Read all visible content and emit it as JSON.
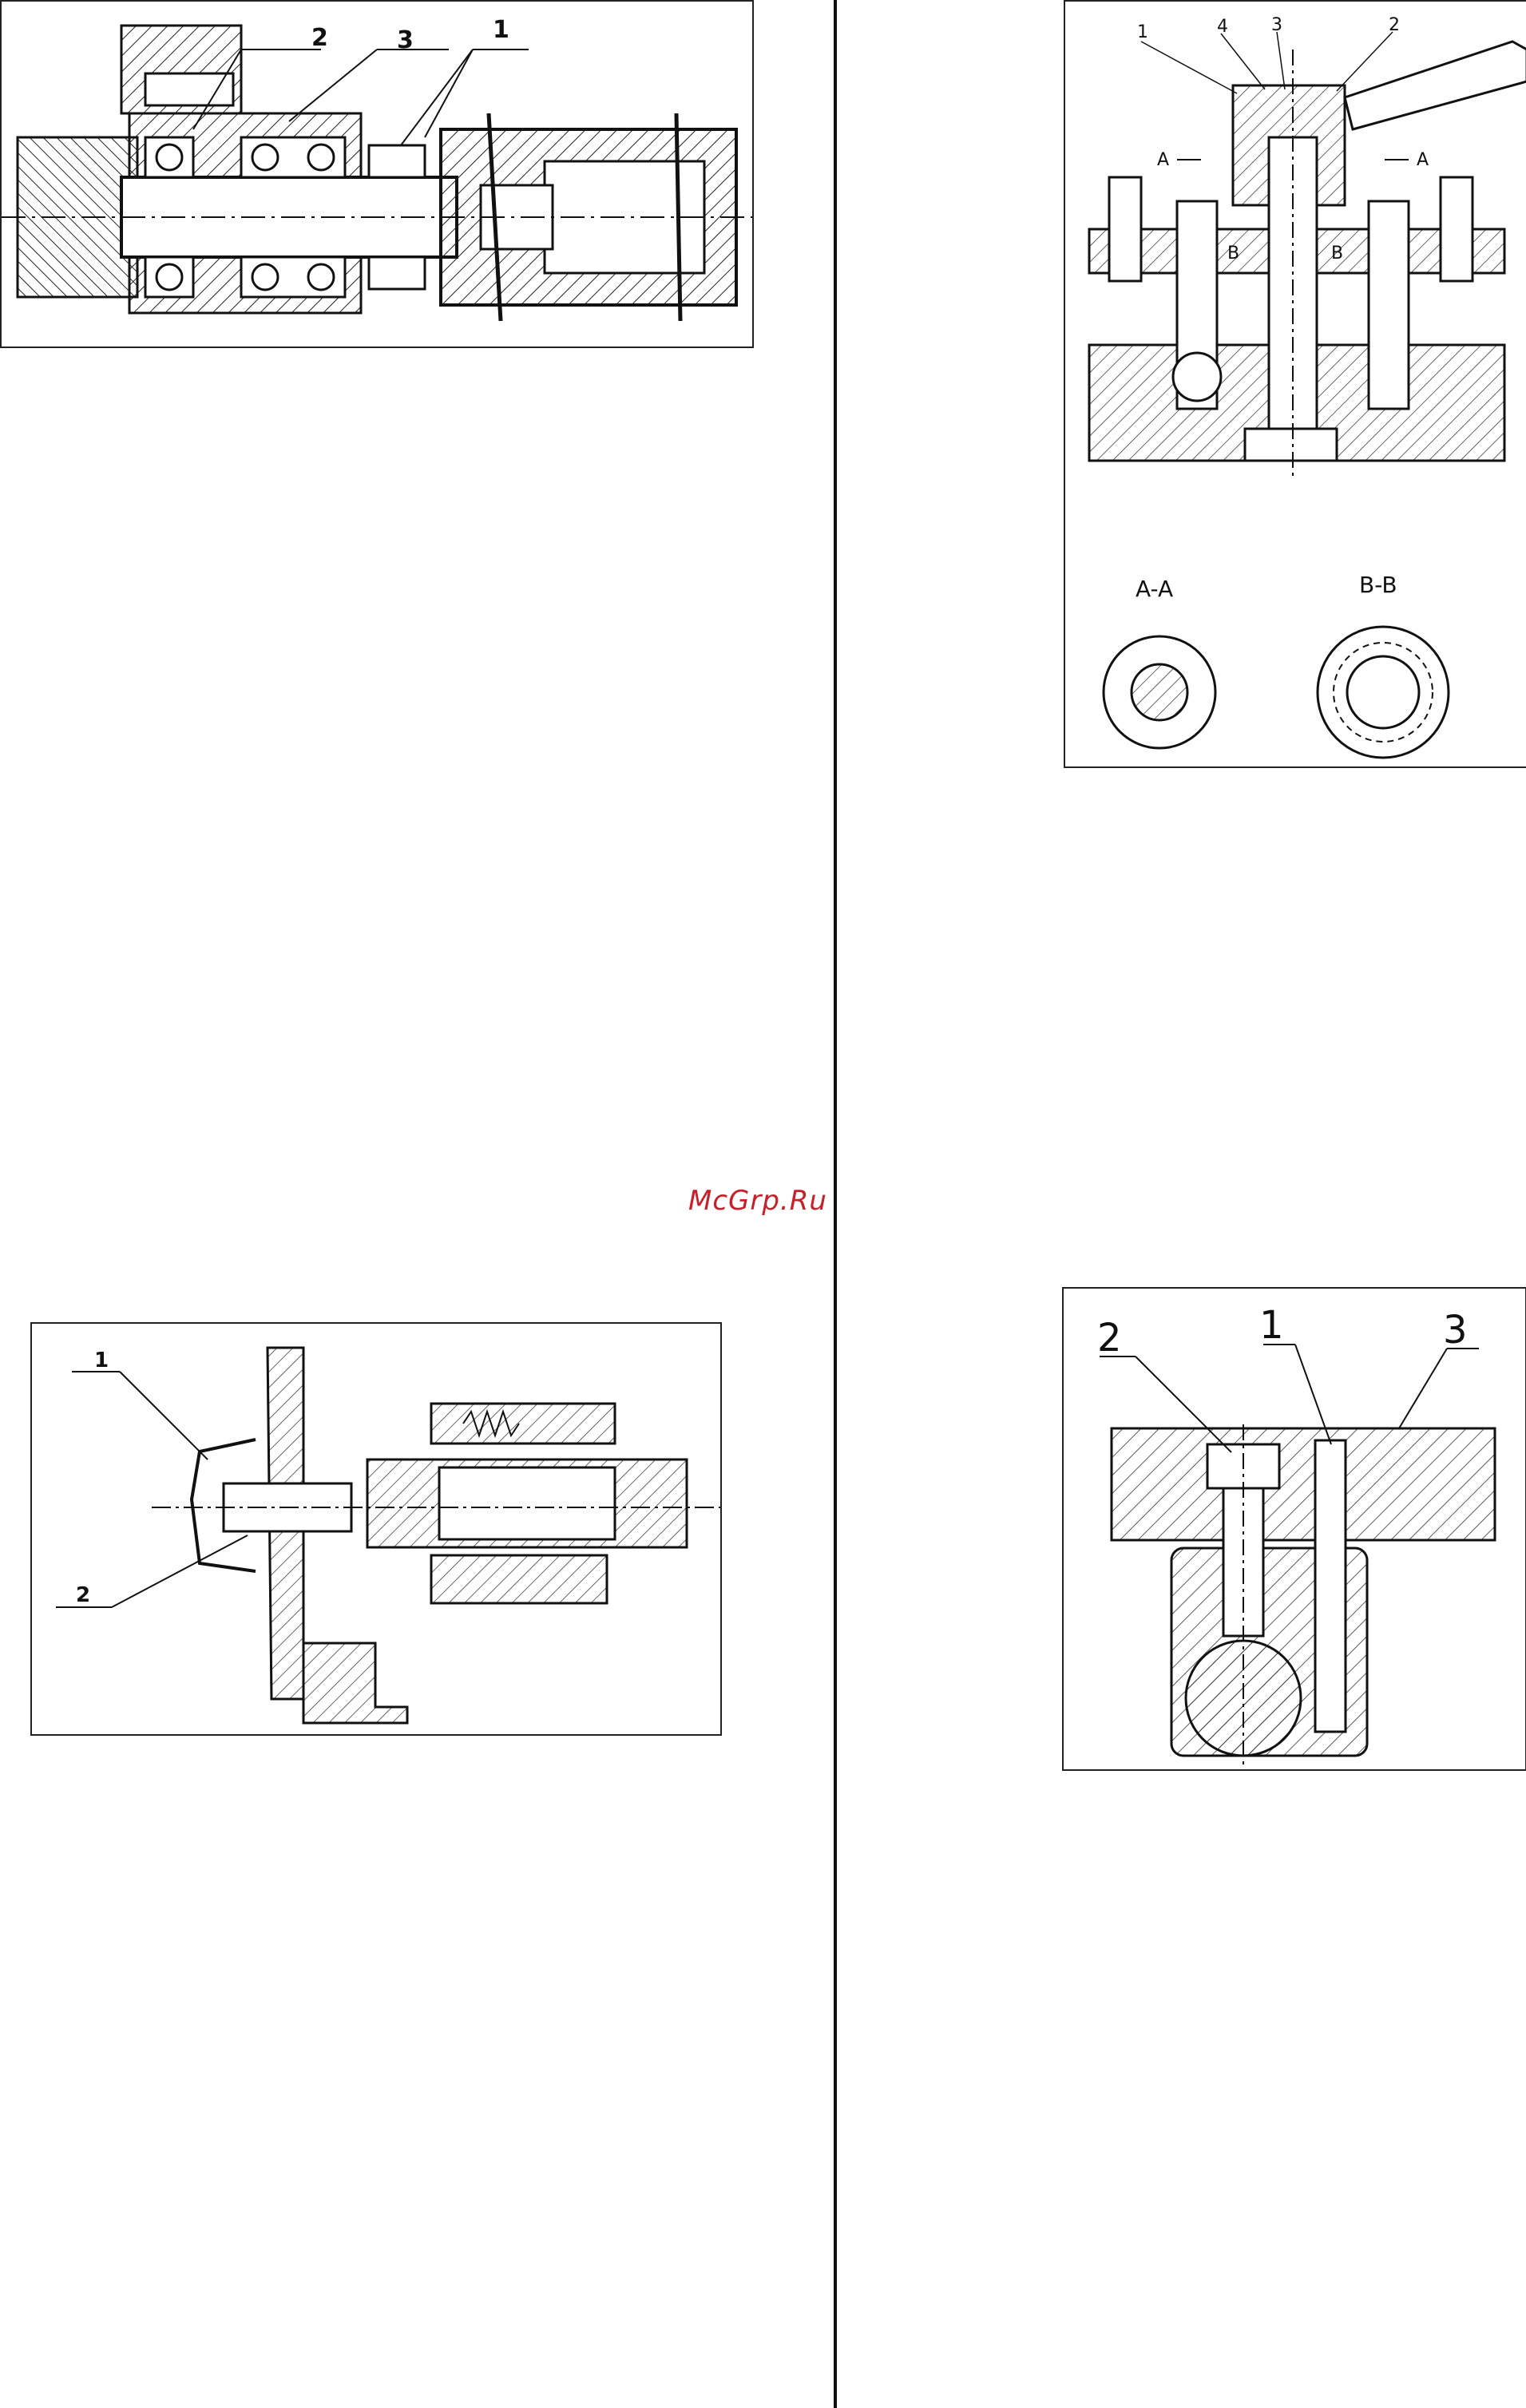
{
  "watermark": "McGrp.Ru",
  "figures": {
    "spindle": {
      "callouts": [
        "2",
        "3",
        "1"
      ]
    },
    "fixture": {
      "callouts": [
        "1",
        "4",
        "3",
        "2"
      ],
      "section_marks": [
        "A",
        "A",
        "B",
        "B"
      ],
      "section_titles": [
        "A-A",
        "B-B"
      ]
    },
    "lock": {
      "callouts": [
        "1",
        "2"
      ]
    },
    "pin": {
      "callouts": [
        "2",
        "1",
        "3"
      ]
    }
  }
}
